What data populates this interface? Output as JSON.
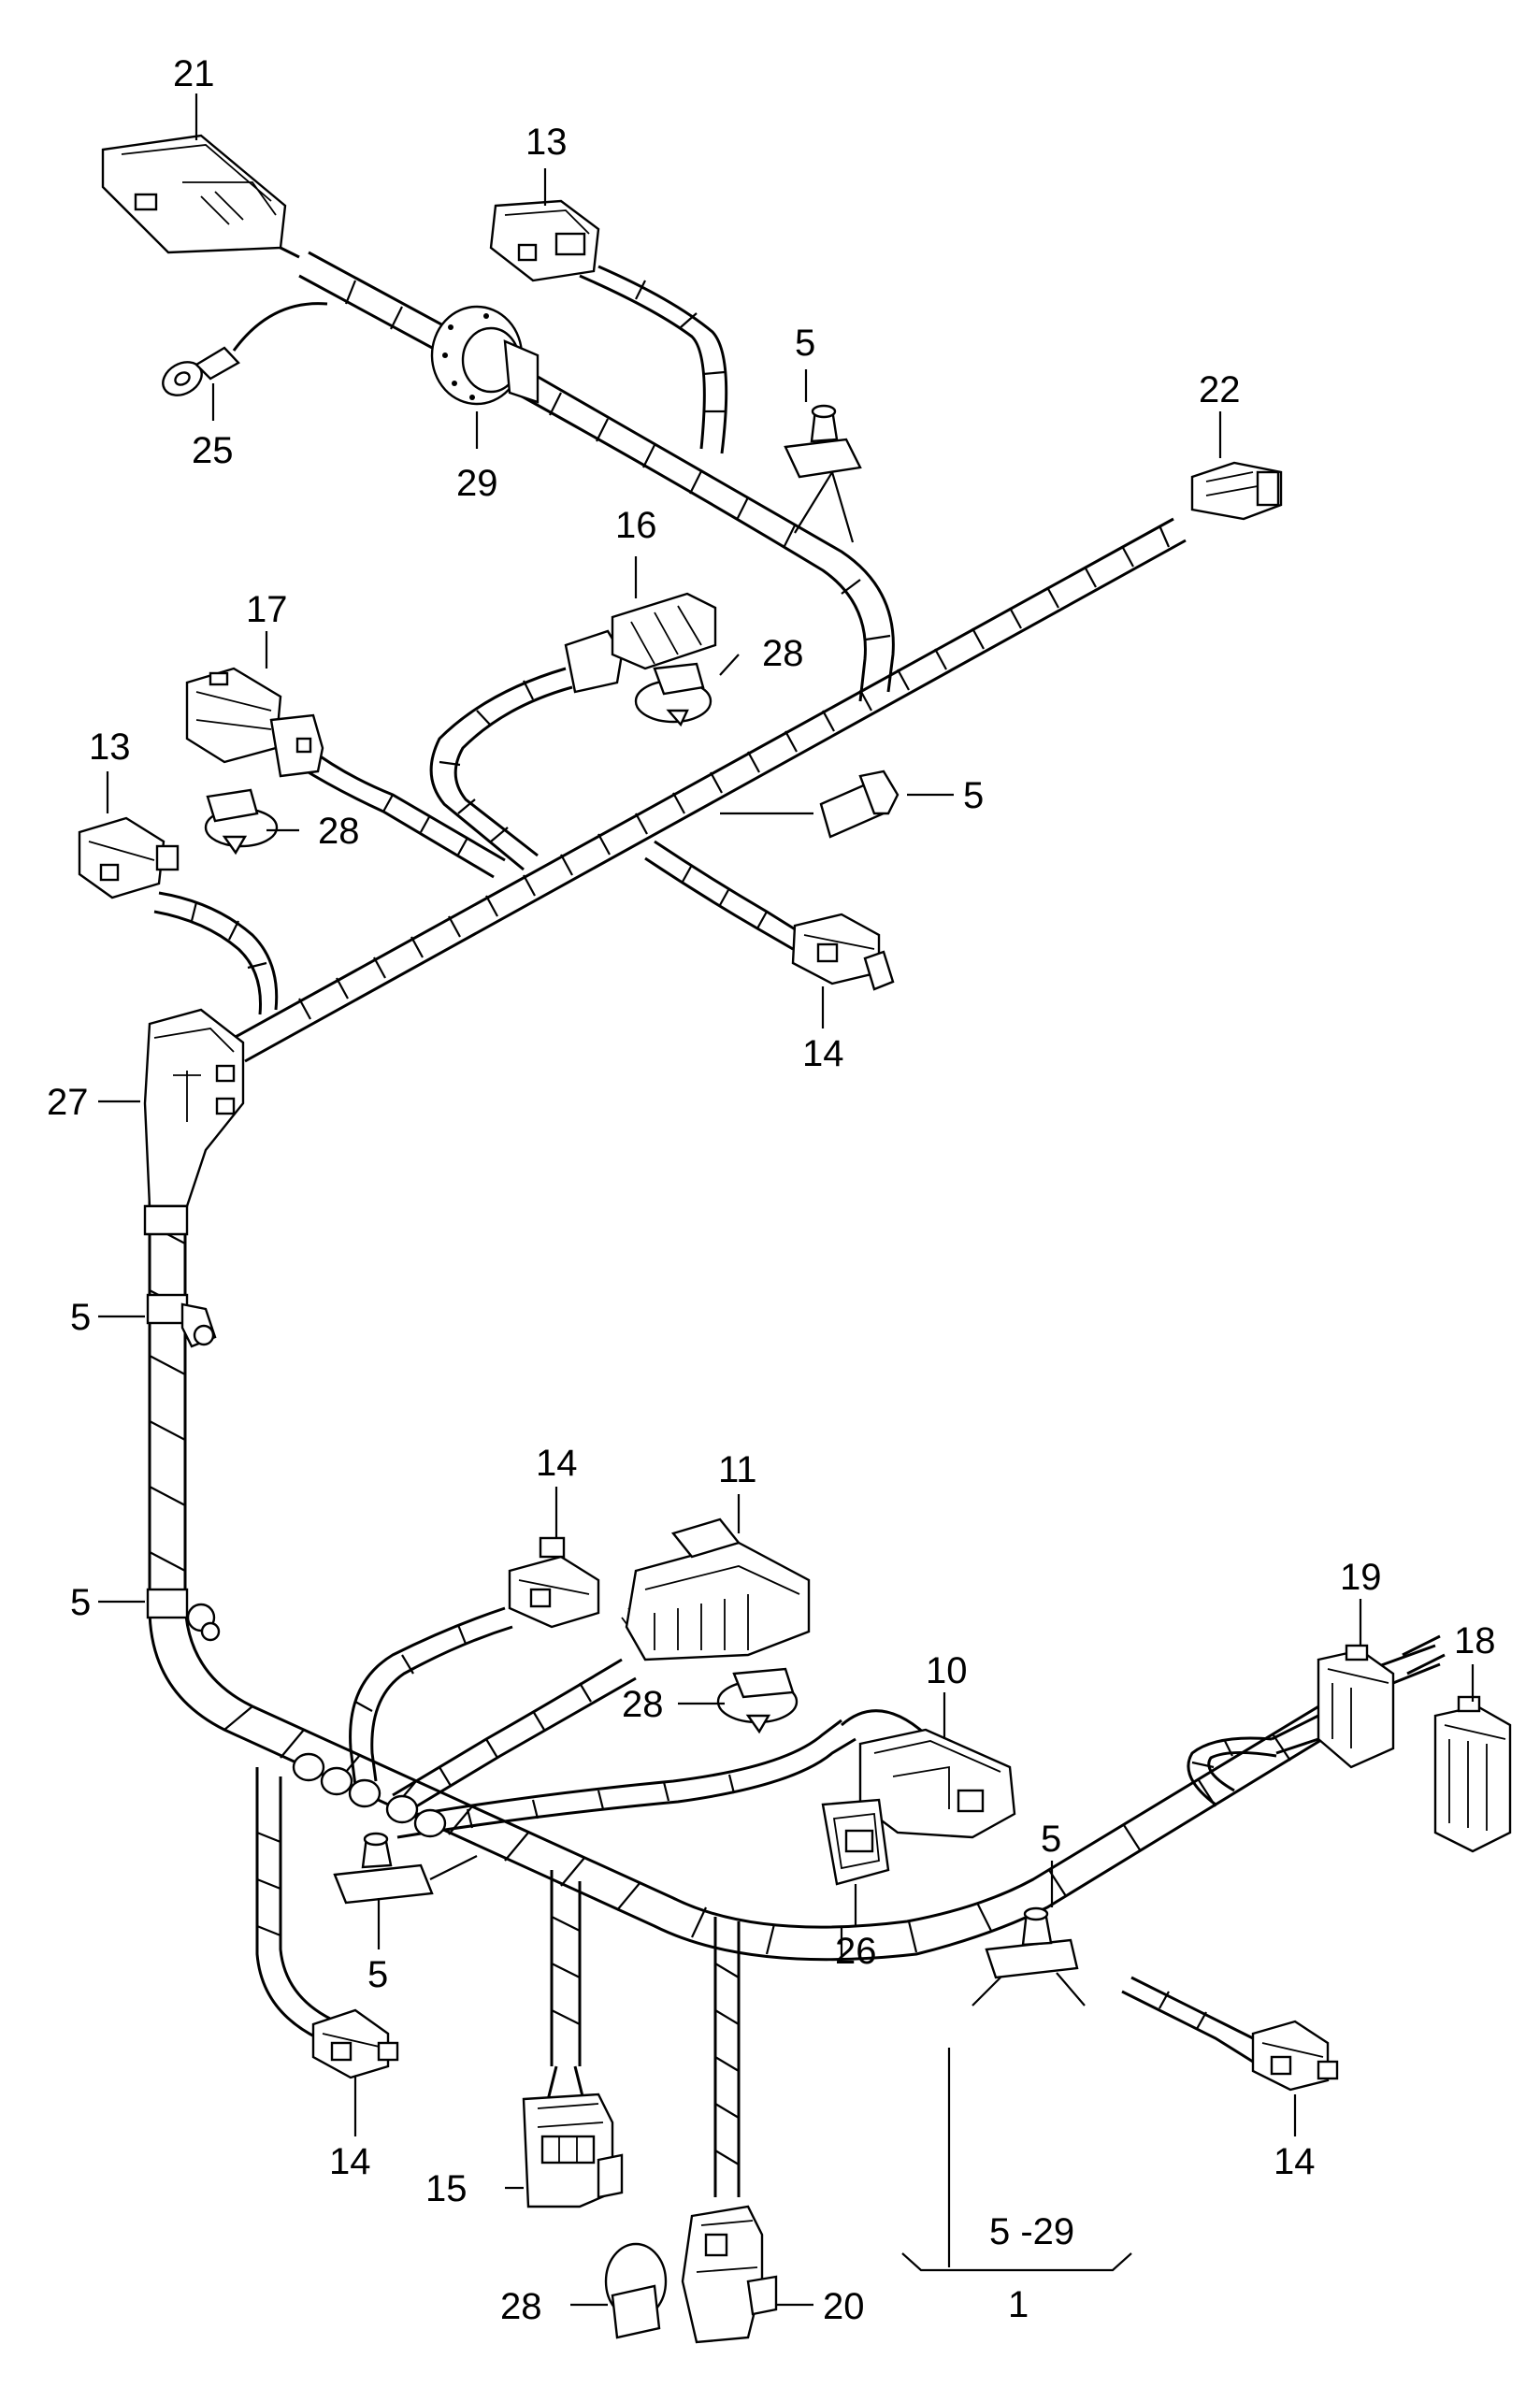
{
  "callouts": {
    "c21": "21",
    "c13a": "13",
    "c25": "25",
    "c29": "29",
    "c5a": "5",
    "c22": "22",
    "c16": "16",
    "c28a": "28",
    "c17": "17",
    "c13b": "13",
    "c28b": "28",
    "c5b": "5",
    "c14a": "14",
    "c27": "27",
    "c5c": "5",
    "c5d": "5",
    "c14b": "14",
    "c11": "11",
    "c19": "19",
    "c18": "18",
    "c10": "10",
    "c28c": "28",
    "c5e": "5",
    "c26": "26",
    "c5f": "5",
    "c14c": "14",
    "c14d": "14",
    "c15": "15",
    "c28d": "28",
    "c20": "20",
    "range": "5 -29",
    "c1": "1"
  },
  "colors": {
    "line": "#000000",
    "background": "#ffffff"
  }
}
